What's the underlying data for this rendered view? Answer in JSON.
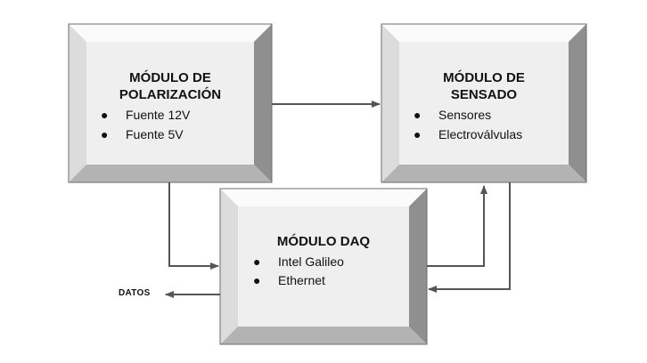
{
  "colors": {
    "face": "#efefef",
    "bevel_top": "#fbfbfb",
    "bevel_left": "#dcdcdc",
    "bevel_right": "#8f8f8f",
    "bevel_bottom": "#b3b3b3",
    "outline": "#6e6e6e",
    "arrow": "#555555"
  },
  "blocks": {
    "polarizacion": {
      "title_line1": "MÓDULO DE",
      "title_line2": "POLARIZACIÓN",
      "items": [
        "Fuente 12V",
        "Fuente 5V"
      ]
    },
    "sensado": {
      "title_line1": "MÓDULO DE",
      "title_line2": "SENSADO",
      "items": [
        "Sensores",
        "Electroválvulas"
      ]
    },
    "daq": {
      "title_line1": "MÓDULO DAQ",
      "items": [
        "Intel Galileo",
        "Ethernet"
      ]
    }
  },
  "output_label": "DATOS",
  "bullet_glyph": "●"
}
